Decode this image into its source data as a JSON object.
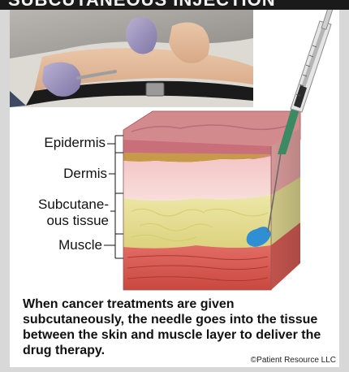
{
  "header_text": "SUBCUTANEOUS INJECTION",
  "layers": {
    "epidermis": "Epidermis",
    "dermis": "Dermis",
    "subcutaneous_line1": "Subcutane-",
    "subcutaneous_line2": "ous tissue",
    "muscle": "Muscle"
  },
  "caption": "When cancer treatments are given subcutaneously, the needle goes into the tissue between the skin and muscle layer to deliver the drug therapy.",
  "credit": "©Patient Resource LLC"
}
